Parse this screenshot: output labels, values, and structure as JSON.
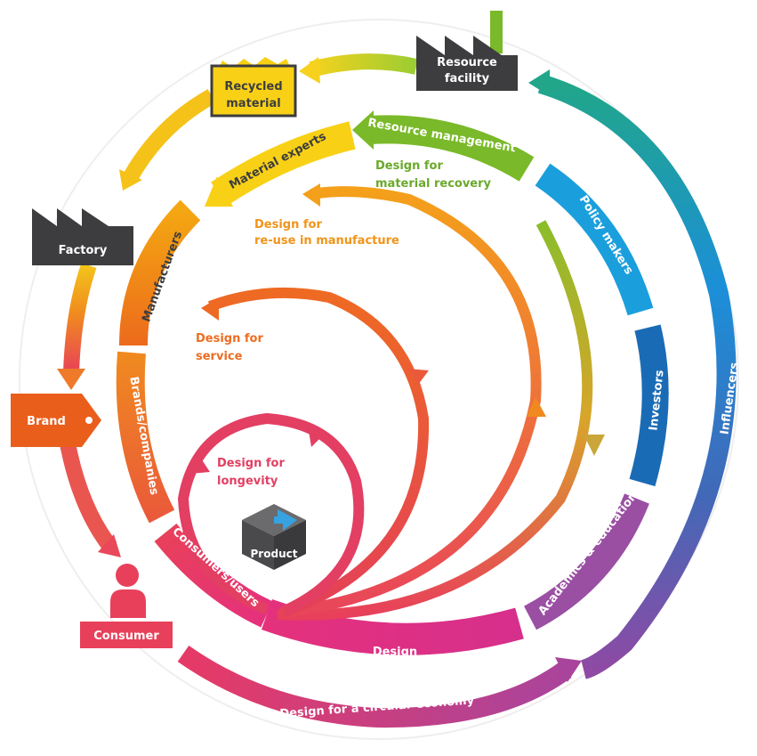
{
  "icons": {
    "factory_left": "factory-icon",
    "resource_facility": "factory-icon",
    "recycled_material": "bin-icon",
    "brand": "tag-icon",
    "consumer": "person-icon",
    "product": "box-icon"
  },
  "nodes": {
    "resource_facility_line1": "Resource",
    "resource_facility_line2": "facility",
    "recycled_line1": "Recycled",
    "recycled_line2": "material",
    "factory": "Factory",
    "brand": "Brand",
    "consumer": "Consumer",
    "product": "Product"
  },
  "bands": {
    "resource_management": "Resource management",
    "material_experts": "Material experts",
    "manufacturers": "Manufacturers",
    "brands_companies": "Brands/companies",
    "consumers_users": "Consumers/users",
    "design": "Design",
    "academics_education": "Academics & education",
    "investors": "Investors",
    "policy_makers": "Policy makers",
    "influencers": "Influencers",
    "design_circular": "Design for a circular economy"
  },
  "loops": {
    "material_recovery_1": "Design for",
    "material_recovery_2": "material recovery",
    "reuse_1": "Design for",
    "reuse_2": "re-use in manufacture",
    "service_1": "Design for",
    "service_2": "service",
    "longevity_1": "Design for",
    "longevity_2": "longevity"
  },
  "colors": {
    "red": "#e8405a",
    "pink": "#e5317c",
    "magenta": "#c2368f",
    "orange_dark": "#ec6a1c",
    "orange": "#f18b1d",
    "amber": "#f6a80f",
    "yellow": "#f8d116",
    "lime": "#b8d433",
    "green": "#7ab929",
    "cyan": "#1b9fdc",
    "blue": "#1a6bb5",
    "purple": "#9a4fa3",
    "grey": "#3d3d3f",
    "loop_green": "#6aa92a",
    "loop_orange": "#f09419",
    "loop_service": "#ec6d20",
    "loop_longevity": "#e23f63"
  }
}
